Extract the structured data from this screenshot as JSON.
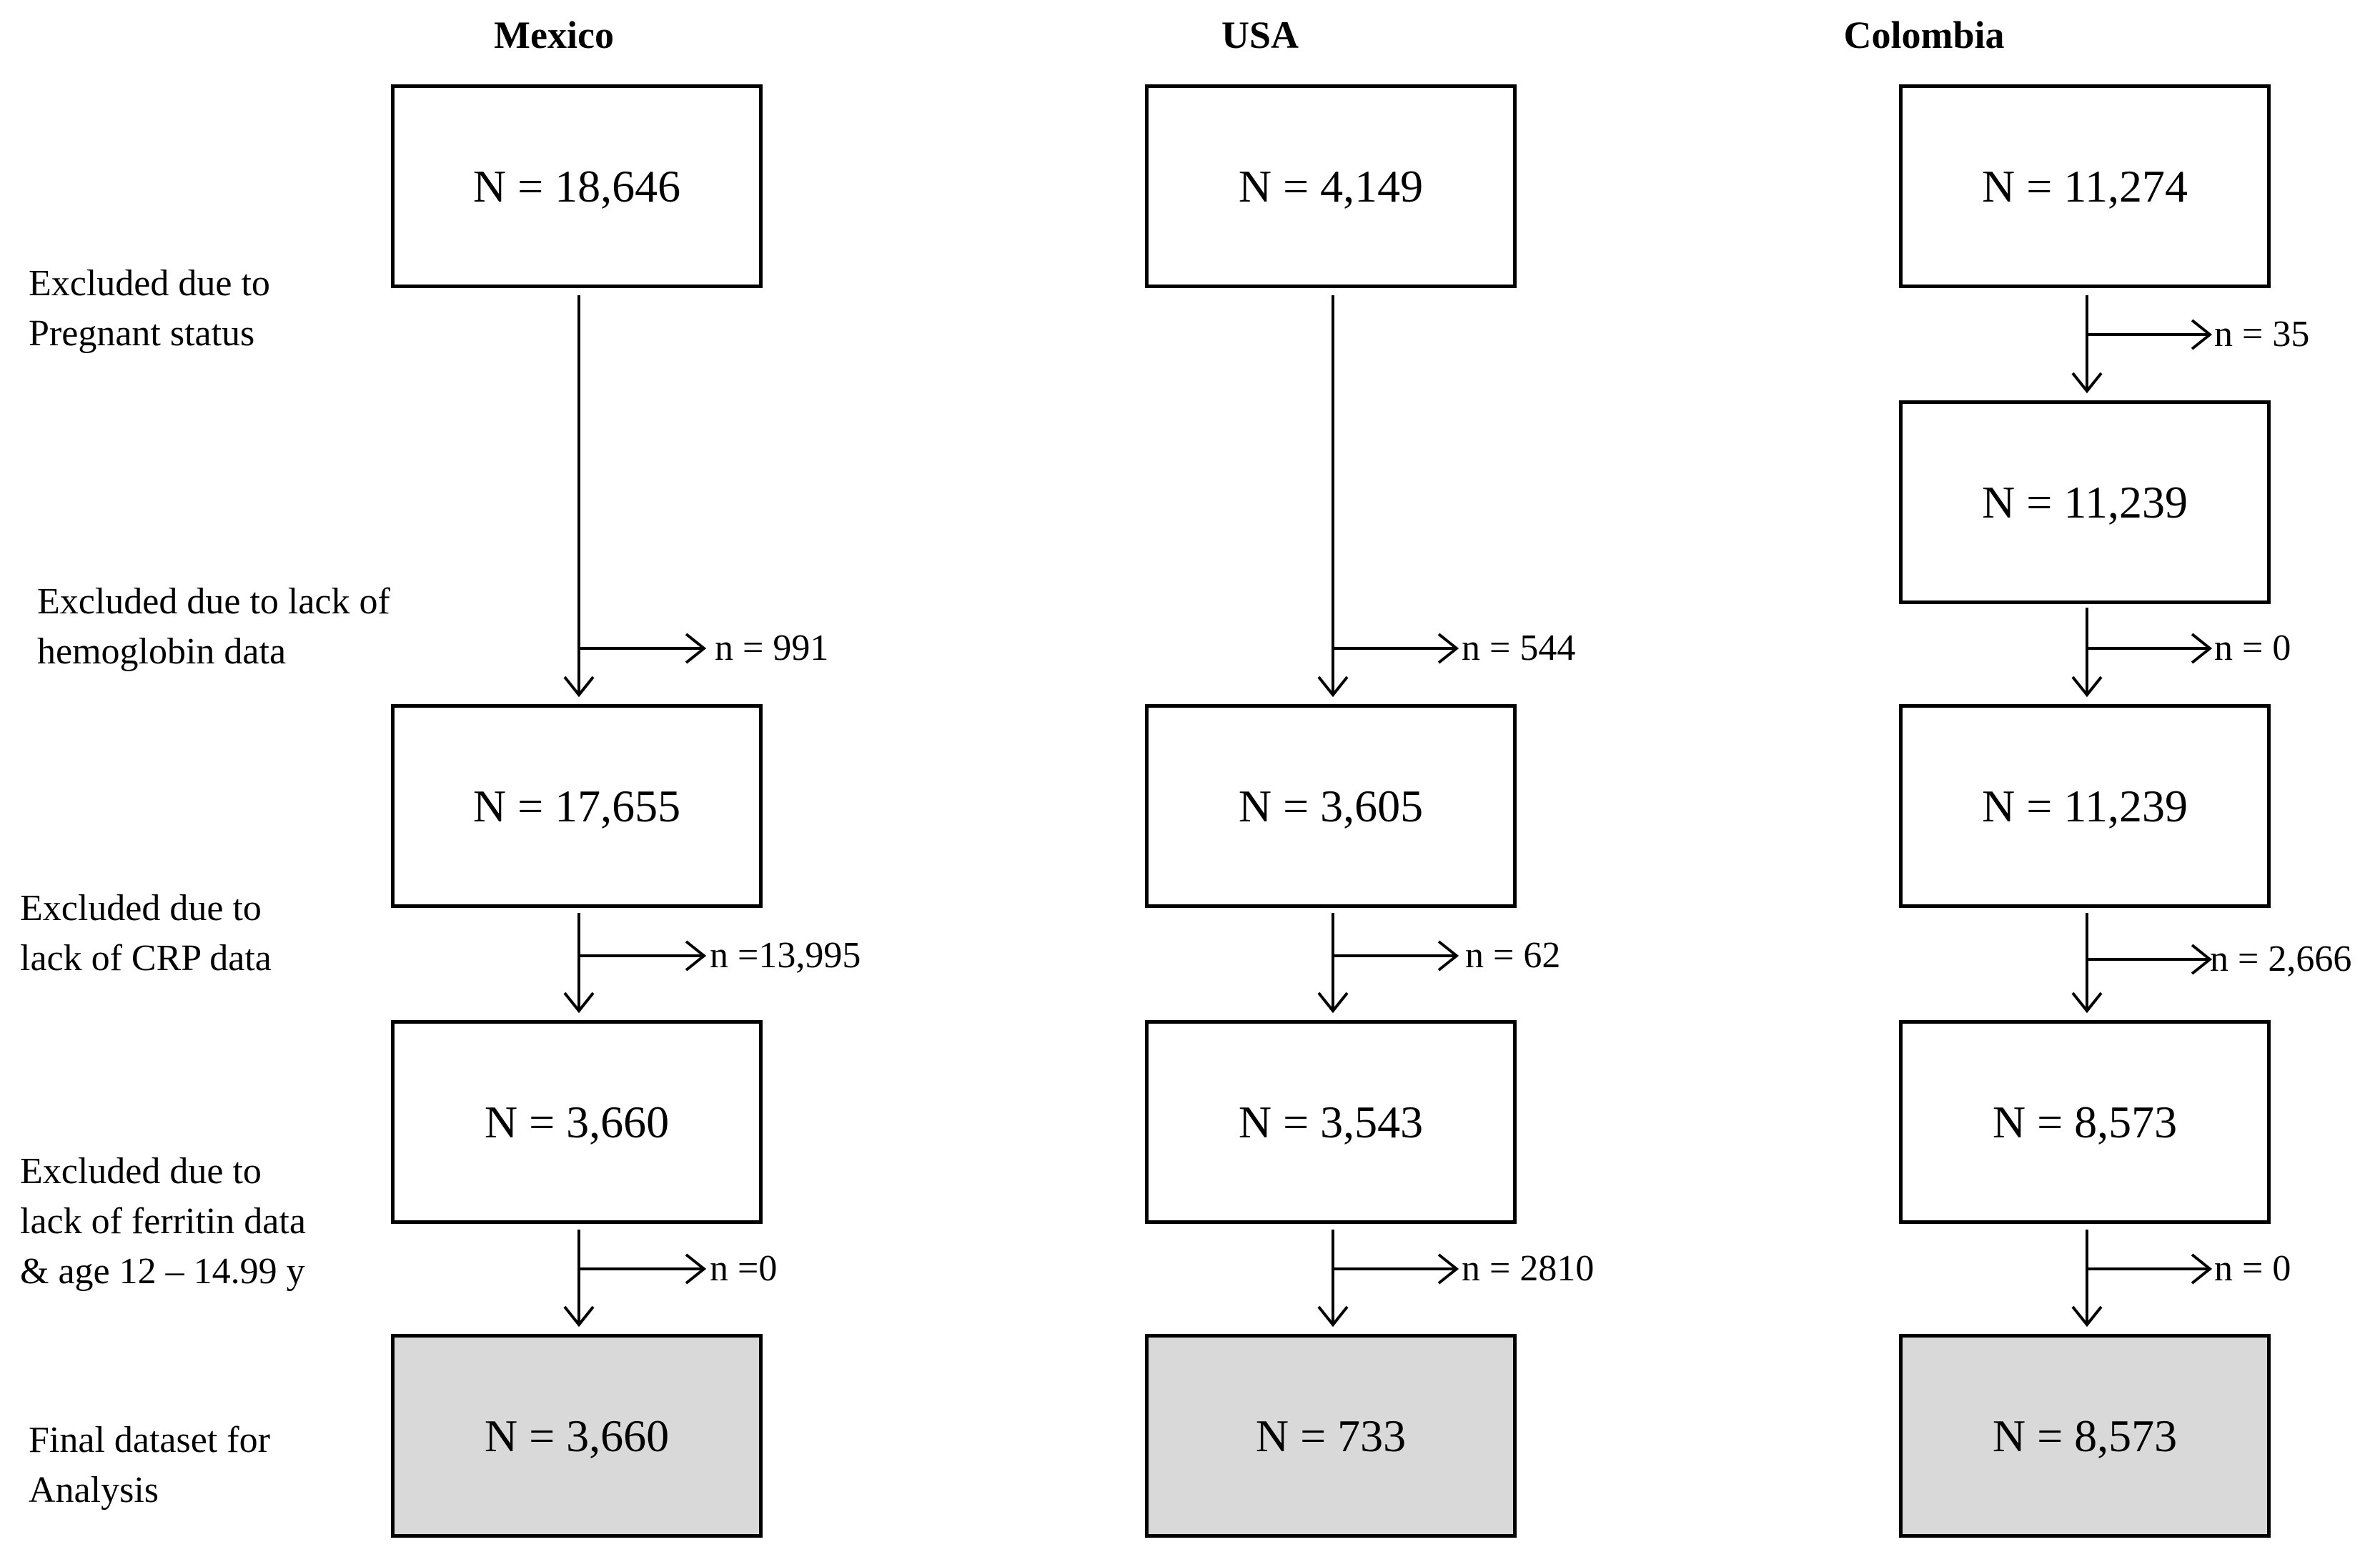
{
  "columns": [
    {
      "title": "Mexico",
      "boxes": [
        "N = 18,646",
        "N = 17,655",
        "N = 3,660",
        "N = 3,660"
      ],
      "exclusions": [
        "n = 991",
        "n =13,995",
        "n =0"
      ]
    },
    {
      "title": "USA",
      "boxes": [
        "N = 4,149",
        "N = 3,605",
        "N = 3,543",
        "N = 733"
      ],
      "exclusions": [
        "n = 544",
        "n = 62",
        "n = 2810"
      ]
    },
    {
      "title": "Colombia",
      "boxes": [
        "N = 11,274",
        "N = 11,239",
        "N = 11,239",
        "N = 8,573",
        "N = 8,573"
      ],
      "exclusions": [
        "n = 35",
        "n = 0",
        "n = 2,666",
        "n = 0"
      ]
    }
  ],
  "row_labels": {
    "pregnant": [
      "Excluded due to",
      "Pregnant status"
    ],
    "hemoglobin": [
      "Excluded due to lack of",
      "hemoglobin data"
    ],
    "crp": [
      "Excluded due to",
      "lack of CRP data"
    ],
    "ferritin": [
      "Excluded due to",
      "lack of ferritin data",
      "& age 12 – 14.99 y"
    ],
    "final": [
      "Final dataset for",
      "Analysis"
    ]
  },
  "colors": {
    "final_box_fill": "#d9d9d9",
    "stroke": "#000000"
  }
}
